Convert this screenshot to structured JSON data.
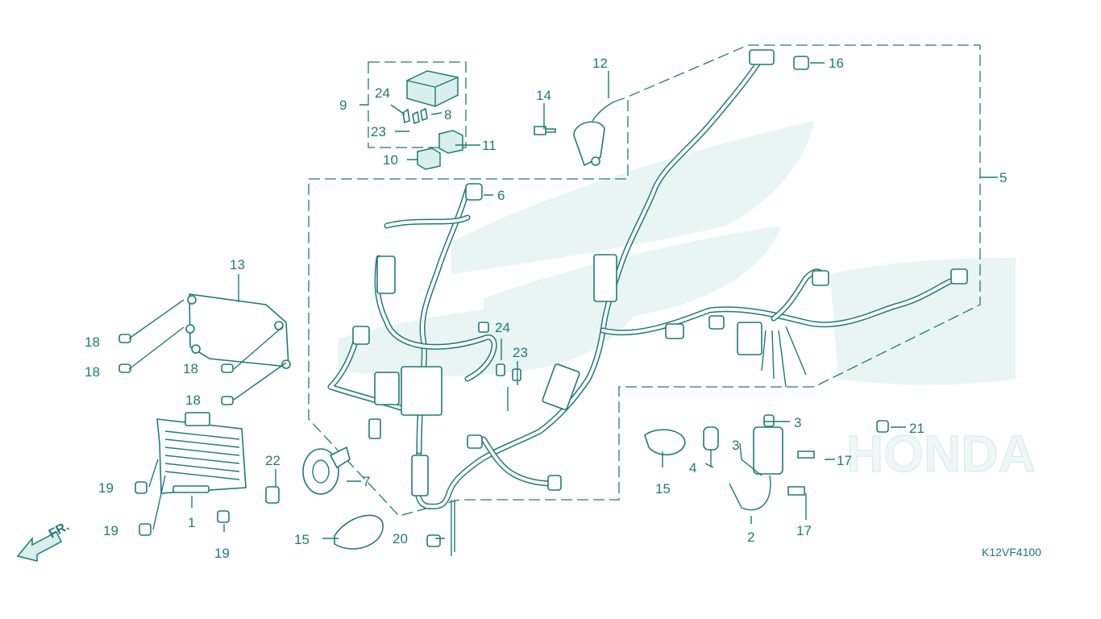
{
  "diagram_code": "K12VF4100",
  "direction_label": "FR.",
  "watermark_text": "HONDA",
  "colors": {
    "line": "#1f7a78",
    "watermark": "#e8f5f3"
  },
  "callouts": [
    {
      "id": "c1",
      "label": "1"
    },
    {
      "id": "c2",
      "label": "2"
    },
    {
      "id": "c3a",
      "label": "3"
    },
    {
      "id": "c3b",
      "label": "3"
    },
    {
      "id": "c4",
      "label": "4"
    },
    {
      "id": "c5",
      "label": "5"
    },
    {
      "id": "c6",
      "label": "6"
    },
    {
      "id": "c7",
      "label": "7"
    },
    {
      "id": "c8",
      "label": "8"
    },
    {
      "id": "c9",
      "label": "9"
    },
    {
      "id": "c10",
      "label": "10"
    },
    {
      "id": "c11",
      "label": "11"
    },
    {
      "id": "c12",
      "label": "12"
    },
    {
      "id": "c13",
      "label": "13"
    },
    {
      "id": "c14",
      "label": "14"
    },
    {
      "id": "c15a",
      "label": "15"
    },
    {
      "id": "c15b",
      "label": "15"
    },
    {
      "id": "c16",
      "label": "16"
    },
    {
      "id": "c17a",
      "label": "17"
    },
    {
      "id": "c17b",
      "label": "17"
    },
    {
      "id": "c18a",
      "label": "18"
    },
    {
      "id": "c18b",
      "label": "18"
    },
    {
      "id": "c18c",
      "label": "18"
    },
    {
      "id": "c18d",
      "label": "18"
    },
    {
      "id": "c19a",
      "label": "19"
    },
    {
      "id": "c19b",
      "label": "19"
    },
    {
      "id": "c19c",
      "label": "19"
    },
    {
      "id": "c20",
      "label": "20"
    },
    {
      "id": "c21",
      "label": "21"
    },
    {
      "id": "c22",
      "label": "22"
    },
    {
      "id": "c23a",
      "label": "23"
    },
    {
      "id": "c23b",
      "label": "23"
    },
    {
      "id": "c24a",
      "label": "24"
    },
    {
      "id": "c24b",
      "label": "24"
    }
  ]
}
